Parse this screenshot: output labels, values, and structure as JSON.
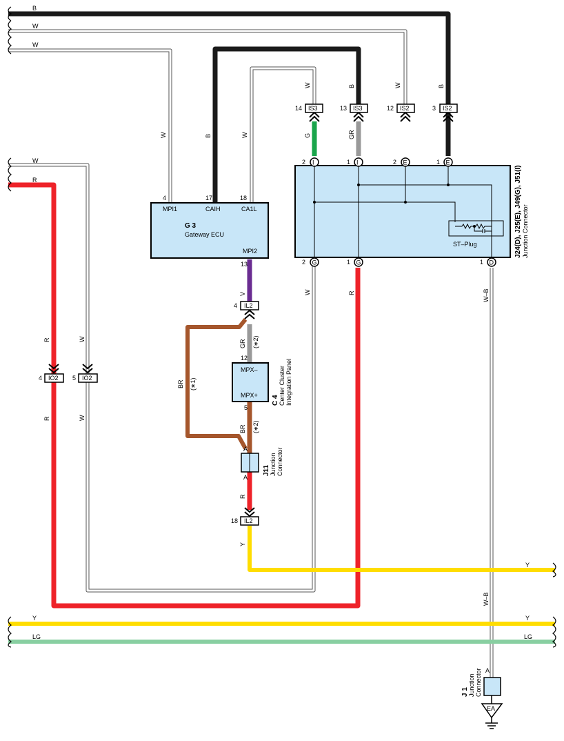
{
  "colors": {
    "B": "#1a1a1a",
    "W": "#ffffff",
    "R": "#ee2229",
    "G": "#1aa54b",
    "GR": "#999999",
    "V": "#6a2c91",
    "BR": "#a5562c",
    "Y": "#ffdd00",
    "LG": "#88cfa1",
    "WB": "#ffffff",
    "box_fill": "#c8e6f8"
  },
  "wire_codes": {
    "b": "B",
    "w": "W",
    "r": "R",
    "g": "G",
    "gr": "GR",
    "v": "V",
    "br": "BR",
    "y": "Y",
    "lg": "LG",
    "wb": "W–B"
  },
  "notes": {
    "n1": "(∗1)",
    "n2": "(∗2)"
  },
  "connectors": {
    "is3": "IS3",
    "is2": "IS2",
    "io2": "IO2",
    "il2": "IL2"
  },
  "pins": {
    "p14": "14",
    "p13": "13",
    "p12": "12",
    "p3": "3",
    "p2": "2",
    "p1": "1",
    "p4": "4",
    "p5": "5",
    "p17": "17",
    "p18": "18",
    "p18b": "18",
    "p13b": "13",
    "p4b": "4",
    "p12b": "12",
    "p5b": "5",
    "pA": "A",
    "pA2": "A",
    "pA3": "A",
    "c_i": "I",
    "c_e": "E",
    "c_g": "G",
    "c_d": "D"
  },
  "gateway": {
    "code": "G 3",
    "name": "Gateway ECU",
    "mpi1": "MPI1",
    "caih": "CAIH",
    "ca1l": "CA1L",
    "mpi2": "MPI2"
  },
  "cluster": {
    "code": "C 4",
    "name_line1": "Center Cluster",
    "name_line2": "Integration Panel",
    "mpx_minus": "MPX–",
    "mpx_plus": "MPX+"
  },
  "junction_big": {
    "code": "J24(D), J25(E), J49(G), J51(I)",
    "name": "Junction Connector",
    "st_plug": "ST–Plug"
  },
  "j11": {
    "code": "J11",
    "name_line1": "Junction",
    "name_line2": "Connector"
  },
  "j1": {
    "code": "J 1",
    "name_line1": "Junction",
    "name_line2": "Connector"
  },
  "ground": {
    "code": "EA"
  }
}
